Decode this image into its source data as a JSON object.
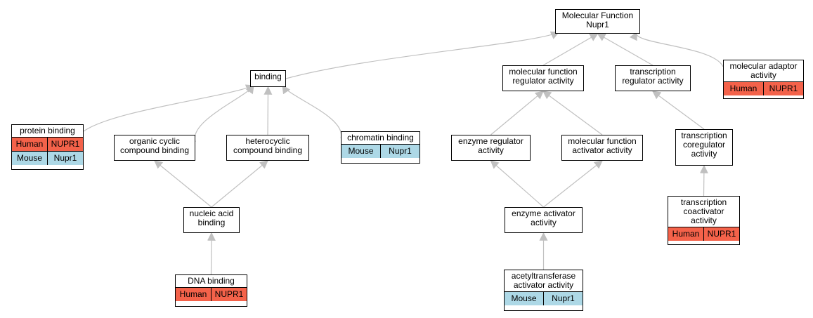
{
  "colors": {
    "edge": "#c0c0c0",
    "node_border": "#000000",
    "human": "#f4624a",
    "mouse": "#add8e6"
  },
  "nodes": {
    "root": {
      "lines": [
        "Molecular Function",
        "Nupr1"
      ]
    },
    "binding": {
      "lines": [
        "binding"
      ]
    },
    "mf_regulator": {
      "lines": [
        "molecular function",
        "regulator activity"
      ]
    },
    "tx_regulator": {
      "lines": [
        "transcription",
        "regulator activity"
      ]
    },
    "mol_adaptor": {
      "lines": [
        "molecular adaptor",
        "activity"
      ],
      "genes": [
        {
          "species": "Human",
          "gene": "NUPR1"
        }
      ]
    },
    "protein_binding": {
      "lines": [
        "protein binding"
      ],
      "genes": [
        {
          "species": "Human",
          "gene": "NUPR1"
        },
        {
          "species": "Mouse",
          "gene": "Nupr1"
        }
      ]
    },
    "organic_cyclic": {
      "lines": [
        "organic cyclic",
        "compound binding"
      ]
    },
    "heterocyclic": {
      "lines": [
        "heterocyclic",
        "compound binding"
      ]
    },
    "chromatin_binding": {
      "lines": [
        "chromatin binding"
      ],
      "genes": [
        {
          "species": "Mouse",
          "gene": "Nupr1"
        }
      ]
    },
    "enzyme_regulator": {
      "lines": [
        "enzyme regulator",
        "activity"
      ]
    },
    "mf_activator": {
      "lines": [
        "molecular function",
        "activator activity"
      ]
    },
    "tx_coregulator": {
      "lines": [
        "transcription",
        "coregulator",
        "activity"
      ]
    },
    "nucleic_acid": {
      "lines": [
        "nucleic acid",
        "binding"
      ]
    },
    "enzyme_activator": {
      "lines": [
        "enzyme activator",
        "activity"
      ]
    },
    "tx_coactivator": {
      "lines": [
        "transcription",
        "coactivator",
        "activity"
      ],
      "genes": [
        {
          "species": "Human",
          "gene": "NUPR1"
        }
      ]
    },
    "dna_binding": {
      "lines": [
        "DNA binding"
      ],
      "genes": [
        {
          "species": "Human",
          "gene": "NUPR1"
        }
      ]
    },
    "acetyltransferase": {
      "lines": [
        "acetyltransferase",
        "activator activity"
      ],
      "genes": [
        {
          "species": "Mouse",
          "gene": "Nupr1"
        }
      ]
    }
  },
  "edges": [
    [
      "binding",
      "root"
    ],
    [
      "mf_regulator",
      "root"
    ],
    [
      "tx_regulator",
      "root"
    ],
    [
      "mol_adaptor",
      "root"
    ],
    [
      "protein_binding",
      "binding"
    ],
    [
      "organic_cyclic",
      "binding"
    ],
    [
      "heterocyclic",
      "binding"
    ],
    [
      "chromatin_binding",
      "binding"
    ],
    [
      "enzyme_regulator",
      "mf_regulator"
    ],
    [
      "mf_activator",
      "mf_regulator"
    ],
    [
      "tx_coregulator",
      "tx_regulator"
    ],
    [
      "nucleic_acid",
      "organic_cyclic"
    ],
    [
      "nucleic_acid",
      "heterocyclic"
    ],
    [
      "enzyme_activator",
      "enzyme_regulator"
    ],
    [
      "enzyme_activator",
      "mf_activator"
    ],
    [
      "tx_coactivator",
      "tx_coregulator"
    ],
    [
      "dna_binding",
      "nucleic_acid"
    ],
    [
      "acetyltransferase",
      "enzyme_activator"
    ]
  ]
}
